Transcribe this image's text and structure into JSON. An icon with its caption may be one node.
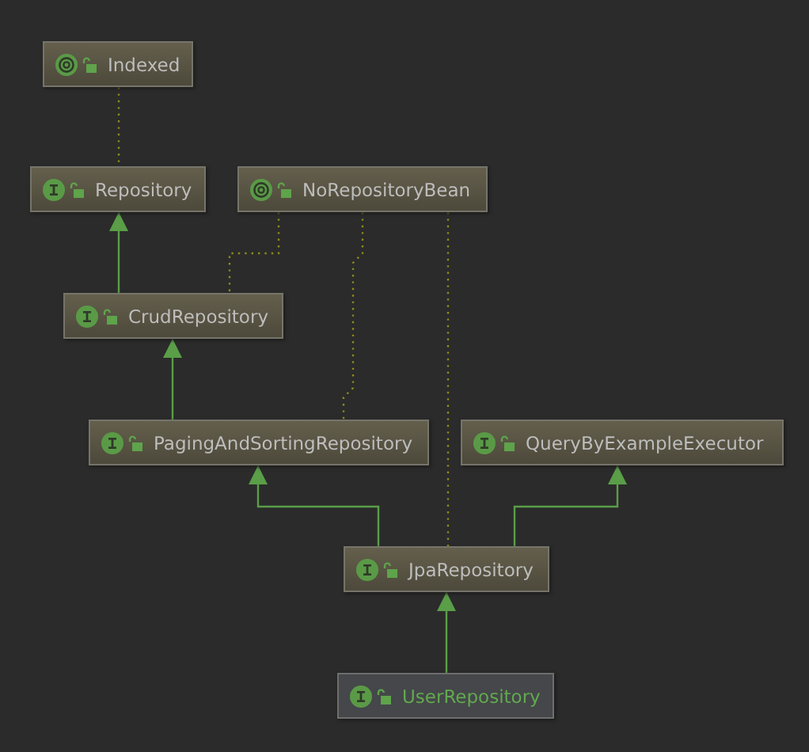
{
  "diagram": {
    "nodes": [
      {
        "text": [
          "Indexed"
        ]
      },
      {
        "text": [
          "Repository"
        ]
      },
      {
        "text": [
          "NoRepositoryBean"
        ]
      },
      {
        "text": [
          "CrudRepository"
        ]
      },
      {
        "text": [
          "PagingAndSortingRepository"
        ]
      },
      {
        "text": [
          "QueryByExampleExecutor"
        ]
      },
      {
        "text": [
          "JpaRepository"
        ]
      },
      {
        "text": [
          "UserRepository"
        ]
      }
    ],
    "edges": [
      {
        "from": 0,
        "to": 1,
        "arrow": "none",
        "style": "dashed",
        "color": "#8c8c1e"
      },
      {
        "from": 3,
        "to": 1,
        "arrow": "to"
      },
      {
        "from": 2,
        "to": 3,
        "arrow": "none",
        "style": "dashed",
        "color": "#8c8c1e"
      },
      {
        "from": 2,
        "to": 4,
        "arrow": "none",
        "style": "dashed",
        "color": "#8c8c1e"
      },
      {
        "from": 2,
        "to": 6,
        "arrow": "none",
        "style": "dashed",
        "color": "#8c8c1e"
      },
      {
        "from": 4,
        "to": 3,
        "arrow": "to"
      },
      {
        "from": 6,
        "to": 4,
        "arrow": "to"
      },
      {
        "from": 6,
        "to": 5,
        "arrow": "to"
      },
      {
        "from": 7,
        "to": 6,
        "arrow": "to"
      }
    ]
  }
}
